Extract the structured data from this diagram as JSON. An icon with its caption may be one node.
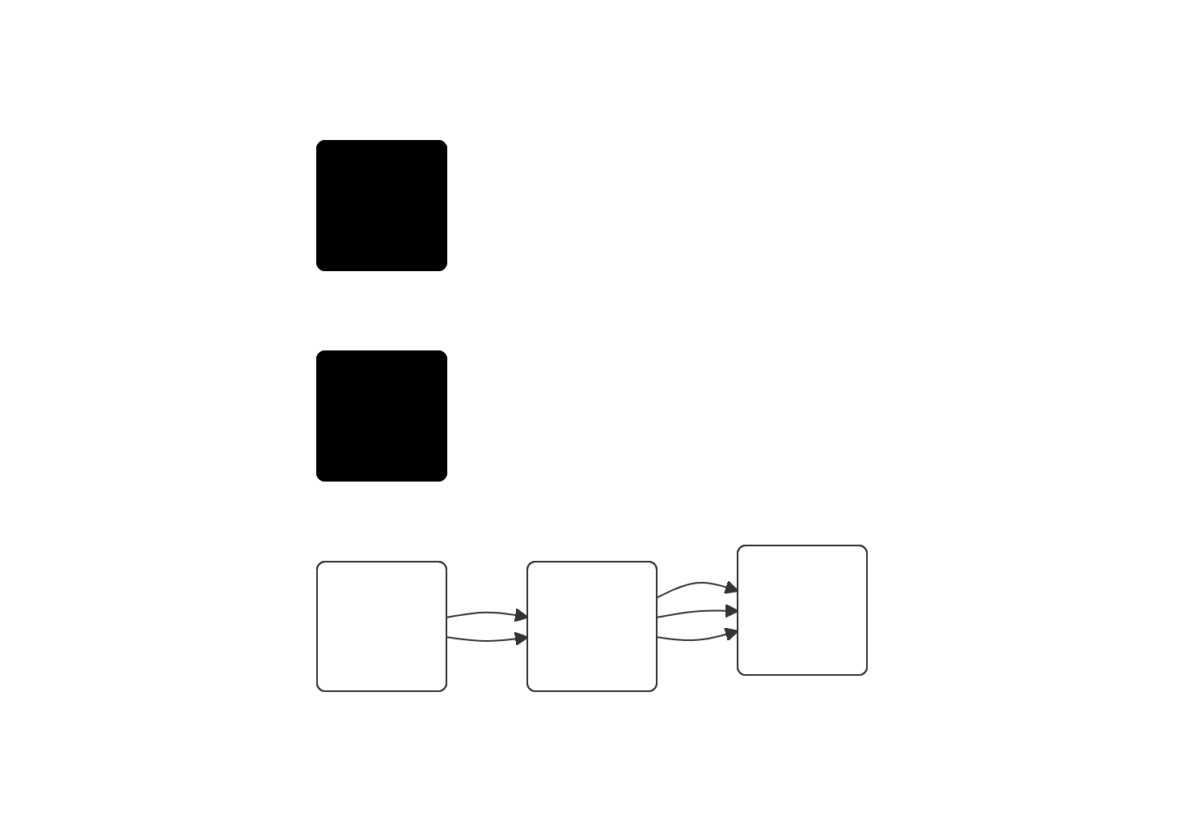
{
  "diagram": {
    "nodes": [
      {
        "text": [],
        "shape": "bar"
      },
      {
        "text": [],
        "shape": "bar"
      },
      {
        "text": [],
        "shape": "box"
      },
      {
        "text": [],
        "shape": "box"
      },
      {
        "text": [],
        "shape": "box"
      }
    ],
    "edges": [
      {
        "from": 2,
        "to": 3,
        "arrow": "to"
      },
      {
        "from": 2,
        "to": 3,
        "arrow": "to"
      },
      {
        "from": 3,
        "to": 4,
        "arrow": "to"
      },
      {
        "from": 3,
        "to": 4,
        "arrow": "to"
      },
      {
        "from": 3,
        "to": 4,
        "arrow": "to"
      }
    ]
  }
}
